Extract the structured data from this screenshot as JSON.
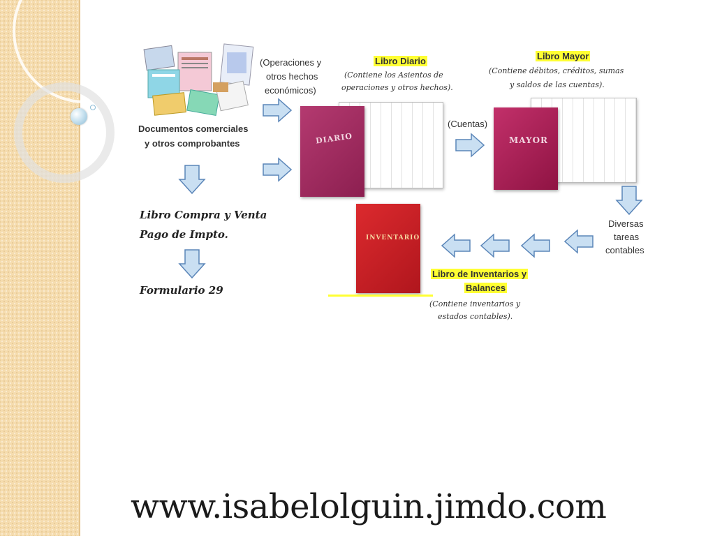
{
  "diagram": {
    "docs_caption_1": "Documentos comerciales",
    "docs_caption_2": "y otros comprobantes",
    "ops_label_1": "(Operaciones y",
    "ops_label_2": "otros hechos",
    "ops_label_3": "económicos)",
    "diario_title": "Libro Diario",
    "diario_note_1": "(Contiene los Asientos de",
    "diario_note_2": "operaciones y otros hechos).",
    "diario_book_text": "DIARIO",
    "cuentas_label": "(Cuentas)",
    "mayor_title": "Libro Mayor",
    "mayor_note_1": "(Contiene débitos, créditos, sumas",
    "mayor_note_2": "y saldos de las cuentas).",
    "mayor_book_text": "MAYOR",
    "compra_venta": "Libro Compra y Venta",
    "pago_impto": "Pago de Impto.",
    "formulario": "Formulario 29",
    "tareas_1": "Diversas",
    "tareas_2": "tareas",
    "tareas_3": "contables",
    "inventario_book_text": "INVENTARIO",
    "inventarios_title_1": "Libro de Inventarios y",
    "inventarios_title_2": "Balances",
    "inventarios_note_1": "(Contiene inventarios y",
    "inventarios_note_2": "estados contables)."
  },
  "footer": {
    "url": "www.isabelolguin.jimdo.com"
  },
  "colors": {
    "highlight": "#ffff33",
    "arrow_fill": "#c9dff2",
    "arrow_stroke": "#5a85b8",
    "diario_book": "#a02a5e",
    "mayor_book": "#b01d58",
    "inventario_book": "#cc1f26",
    "side_strip": "#f5dcae"
  }
}
